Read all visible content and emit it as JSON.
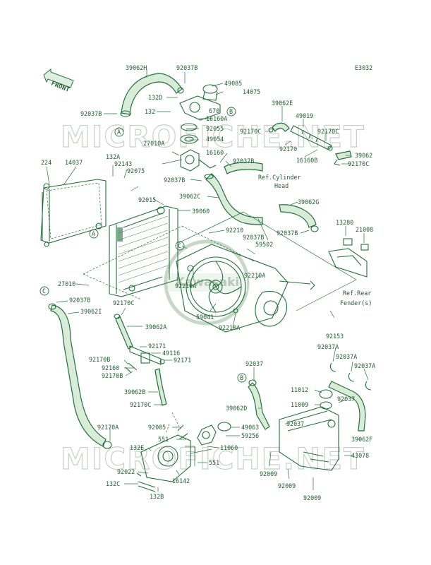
{
  "diagram_code": "E3032",
  "front_label": "FRONT",
  "watermark": {
    "top": "MICROFICHE.NET",
    "bottom": "MICROFICHE.NET",
    "center": "Kawasaki"
  },
  "refs": {
    "cylinder_head": [
      "Ref.Cylinder",
      "Head"
    ],
    "rear_fender": [
      "Ref.Rear",
      "Fender(s)"
    ]
  },
  "callouts": {
    "A": "A",
    "B": "B",
    "C": "C"
  },
  "parts": [
    "39062H",
    "92037B",
    "49085",
    "14075",
    "132D",
    "670",
    "132",
    "16160A",
    "92037B",
    "92055",
    "49054",
    "39062E",
    "49019",
    "92170C",
    "92170",
    "92170C",
    "16160B",
    "39062",
    "92170C",
    "27010A",
    "16160",
    "92037B",
    "14037",
    "224",
    "132A",
    "92143",
    "92075",
    "92037B",
    "39062C",
    "92015",
    "39060",
    "39062G",
    "13280",
    "21008",
    "92037B",
    "92210",
    "92037B",
    "59502",
    "27010",
    "92210A",
    "92210A",
    "59041",
    "92210A",
    "92037B",
    "39062I",
    "92170C",
    "39062A",
    "92171",
    "49116",
    "92171",
    "92170B",
    "92160",
    "92170B",
    "39062B",
    "92170C",
    "92005",
    "551",
    "132E",
    "49063",
    "59256",
    "11060",
    "551",
    "92170A",
    "92022",
    "132C",
    "16142",
    "132B",
    "92153",
    "92037A",
    "92037A",
    "92037A",
    "92037",
    "11012",
    "11009",
    "92037",
    "39062D",
    "92037",
    "39062F",
    "43078",
    "92009",
    "92009",
    "92009"
  ]
}
